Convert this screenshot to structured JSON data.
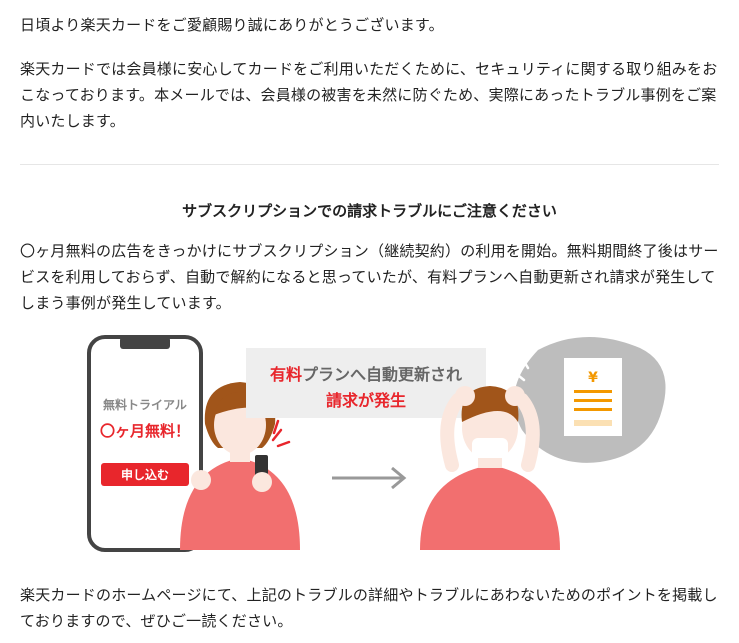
{
  "email": {
    "greeting": "日頃より楽天カードをご愛顧賜り誠にありがとうございます。",
    "intro": "楽天カードでは会員様に安心してカードをご利用いただくために、セキュリティに関する取り組みをおこなっております。本メールでは、会員様の被害を未然に防ぐため、実際にあったトラブル事例をご案内いたします。",
    "section_title": "サブスクリプションでの請求トラブルにご注意ください",
    "body": "〇ヶ月無料の広告をきっかけにサブスクリプション（継続契約）の利用を開始。無料期間終了後はサービスを利用しておらず、自動で解約になると思っていたが、有料プランへ自動更新され請求が発生してしまう事例が発生しています。",
    "closing": "楽天カードのホームページにて、上記のトラブルの詳細やトラブルにあわないためのポイントを掲載しておりますので、ぜひご一読ください。"
  },
  "illustration": {
    "phone_trial_label": "無料トライアル",
    "phone_free_label": "〇ヶ月無料！",
    "phone_apply_button": "申し込む",
    "banner_paid": "有料",
    "banner_rest": "プランへ自動更新され",
    "banner_line2": "請求が発生",
    "bill_currency": "¥",
    "colors": {
      "accent_red": "#e8262c",
      "skin": "#fbe7de",
      "shirt": "#f26f6f",
      "hair": "#a1551a",
      "gray_blob": "#bdbdbd",
      "banner_bg": "#eeeeee",
      "bill_orange": "#f39800"
    }
  }
}
